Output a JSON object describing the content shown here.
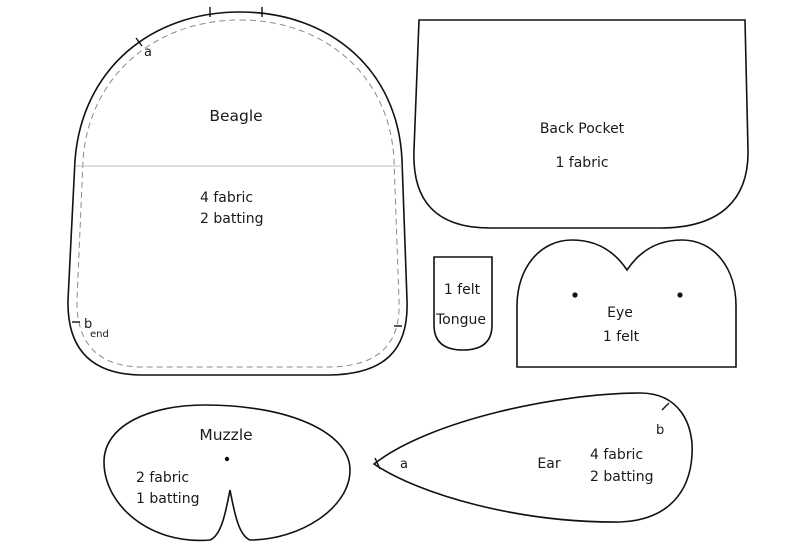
{
  "beagle": {
    "title": "Beagle",
    "line1": "4 fabric",
    "line2": "2 batting",
    "mark_a": "a",
    "mark_b": "b",
    "mark_b_sub": "end"
  },
  "back_pocket": {
    "title": "Back Pocket",
    "line1": "1 fabric"
  },
  "tongue": {
    "line1": "1 felt",
    "title": "Tongue"
  },
  "eye": {
    "title": "Eye",
    "line1": "1 felt"
  },
  "muzzle": {
    "title": "Muzzle",
    "line1": "2 fabric",
    "line2": "1 batting"
  },
  "ear": {
    "title": "Ear",
    "line1": "4 fabric",
    "line2": "2 batting",
    "mark_a": "a",
    "mark_b": "b"
  }
}
